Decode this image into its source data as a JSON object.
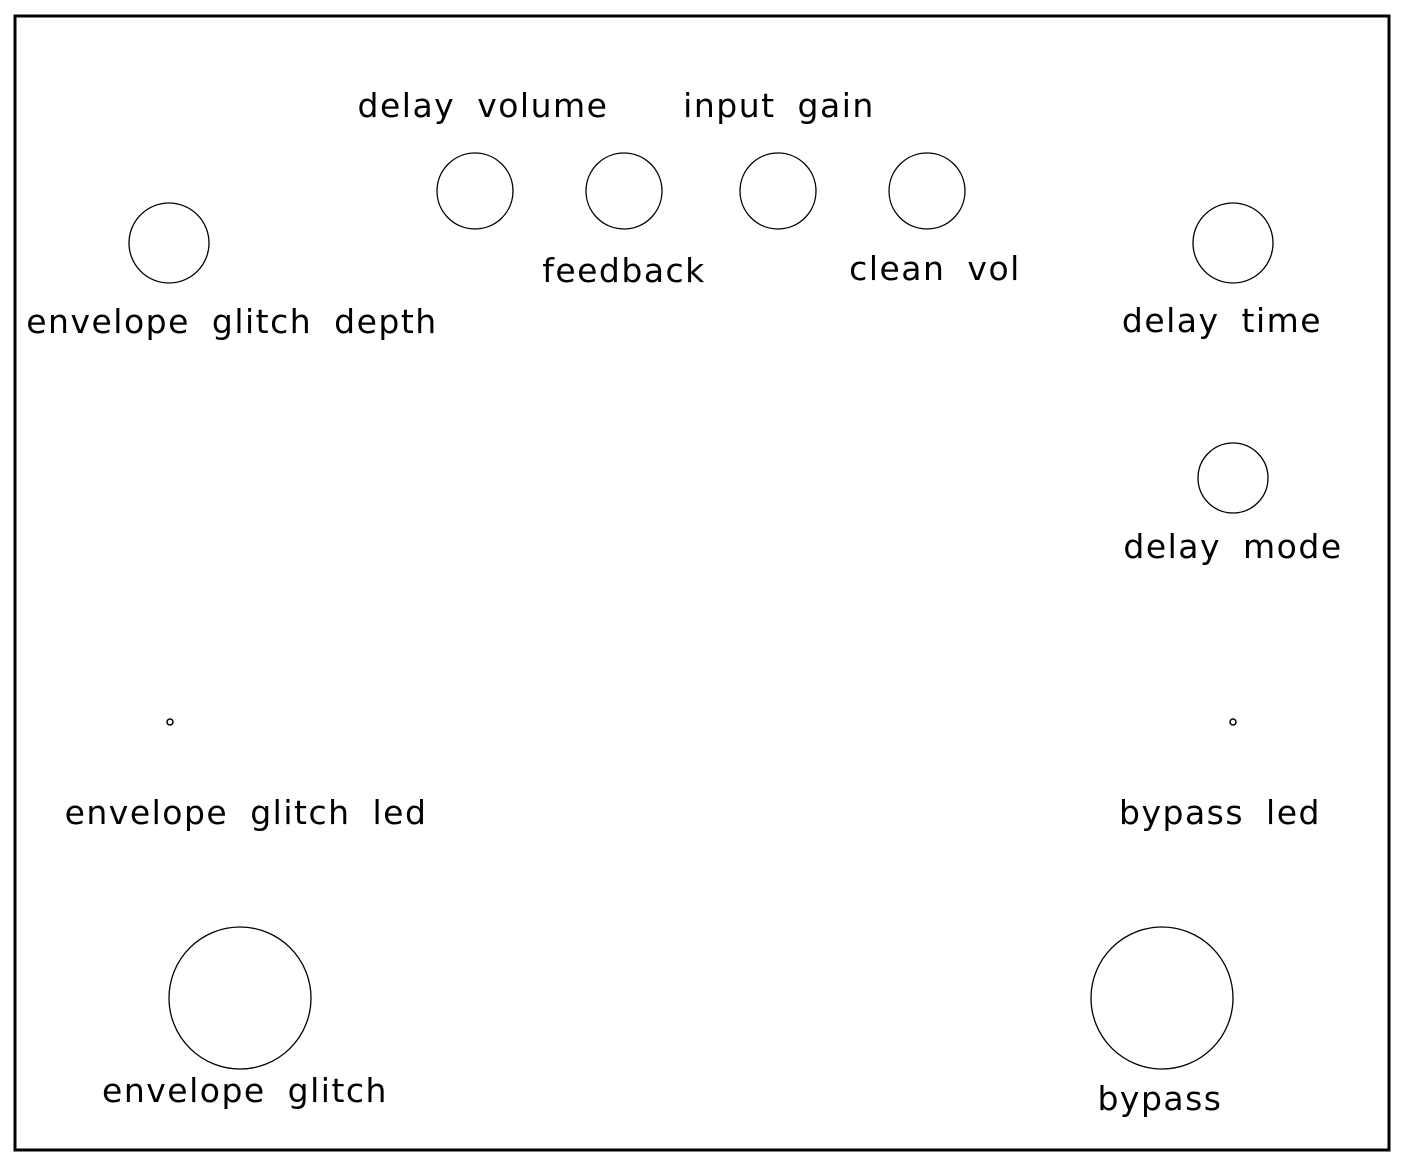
{
  "panel": {
    "controls": {
      "delay_volume": {
        "label": "delay volume",
        "type": "knob"
      },
      "feedback": {
        "label": "feedback",
        "type": "knob"
      },
      "input_gain": {
        "label": "input gain",
        "type": "knob"
      },
      "clean_vol": {
        "label": "clean vol",
        "type": "knob"
      },
      "envelope_glitch_depth": {
        "label": "envelope glitch depth",
        "type": "knob"
      },
      "delay_time": {
        "label": "delay time",
        "type": "knob"
      },
      "delay_mode": {
        "label": "delay mode",
        "type": "knob"
      },
      "envelope_glitch_led": {
        "label": "envelope glitch led",
        "type": "led"
      },
      "bypass_led": {
        "label": "bypass led",
        "type": "led"
      },
      "envelope_glitch": {
        "label": "envelope glitch",
        "type": "footswitch"
      },
      "bypass": {
        "label": "bypass",
        "type": "footswitch"
      }
    }
  },
  "colors": {
    "stroke": "#000000",
    "background": "#ffffff"
  }
}
